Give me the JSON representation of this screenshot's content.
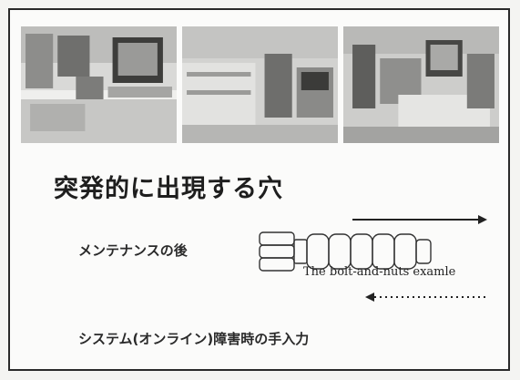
{
  "slide": {
    "title": "突発的に出現する穴",
    "items": [
      {
        "label": "メンテナンスの後"
      },
      {
        "label": "システム(オンライン)障害時の手入力"
      }
    ],
    "diagram": {
      "caption": "The bolt-and-nuts examle"
    }
  }
}
